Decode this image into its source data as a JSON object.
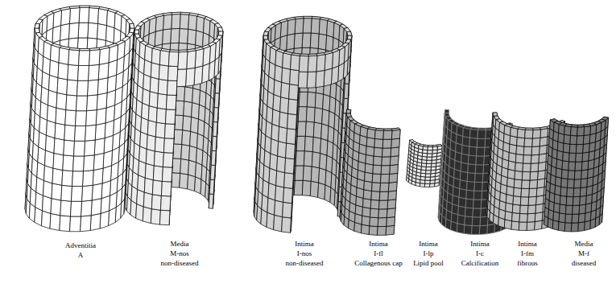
{
  "diagram": {
    "labels": [
      "Adventitia",
      "A",
      "Media",
      "M-nos",
      "non-diseased",
      "Intima",
      "I-nos",
      "non-diseased",
      "Intima",
      "I-fl",
      "Collagenous cap",
      "Intima",
      "I-lp",
      "Lipid pool",
      "Intima",
      "I-c",
      "Calcification",
      "Intima",
      "I-fm",
      "fibrous",
      "Media",
      "M-f",
      "diseased"
    ]
  }
}
